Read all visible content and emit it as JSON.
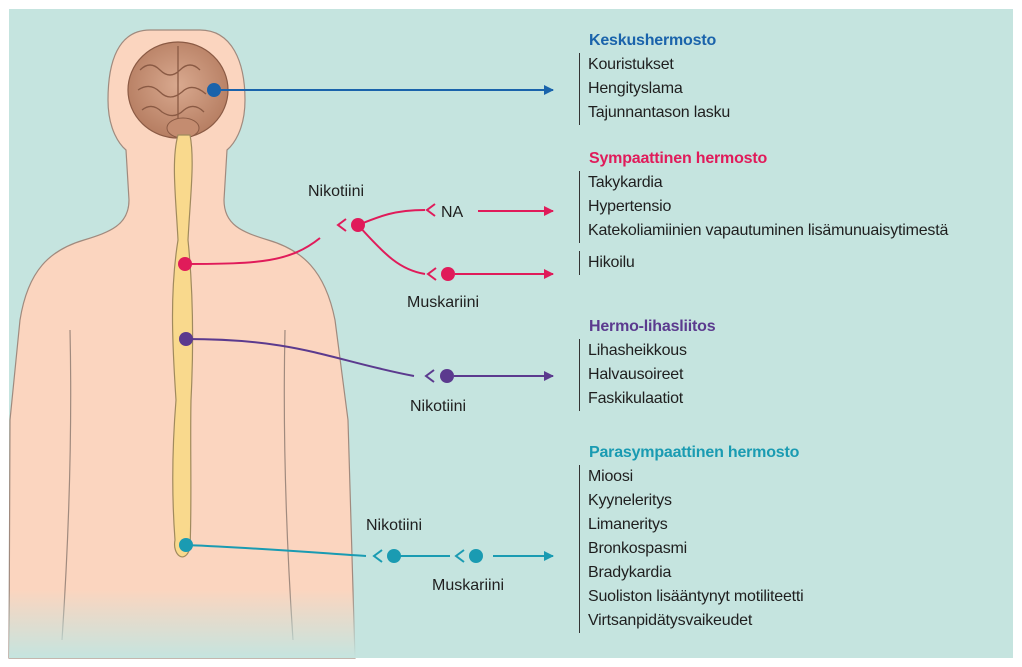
{
  "colors": {
    "background": "#c5e4df",
    "skin": "#fbd5bf",
    "spine": "#f9d98d",
    "central": "#1a63ab",
    "sympathetic": "#e01b5a",
    "neuromuscular": "#5b3a8e",
    "parasympathetic": "#1a9bb2"
  },
  "figure_labels": {
    "sym_nicotine": "Nikotiini",
    "sym_na": "NA",
    "sym_muscarine": "Muskariini",
    "nm_nicotine": "Nikotiini",
    "para_nicotine": "Nikotiini",
    "para_muscarine": "Muskariini"
  },
  "sections": {
    "central": {
      "title": "Keskushermosto",
      "items": [
        "Kouristukset",
        "Hengityslama",
        "Tajunnantason lasku"
      ]
    },
    "sympathetic": {
      "title": "Sympaattinen hermosto",
      "items": [
        "Takykardia",
        "Hypertensio",
        "Katekoliamiinien vapautuminen lisämunuaisytimestä"
      ],
      "sweat_item": "Hikoilu"
    },
    "neuromuscular": {
      "title": "Hermo-lihasliitos",
      "items": [
        "Lihasheikkous",
        "Halvausoireet",
        "Faskikulaatiot"
      ]
    },
    "parasympathetic": {
      "title": "Parasympaattinen hermosto",
      "items": [
        "Mioosi",
        "Kyyneleritys",
        "Limaneritys",
        "Bronkospasmi",
        "Bradykardia",
        "Suoliston lisääntynyt motiliteetti",
        "Virtsanpidätysvaikeudet"
      ]
    }
  }
}
